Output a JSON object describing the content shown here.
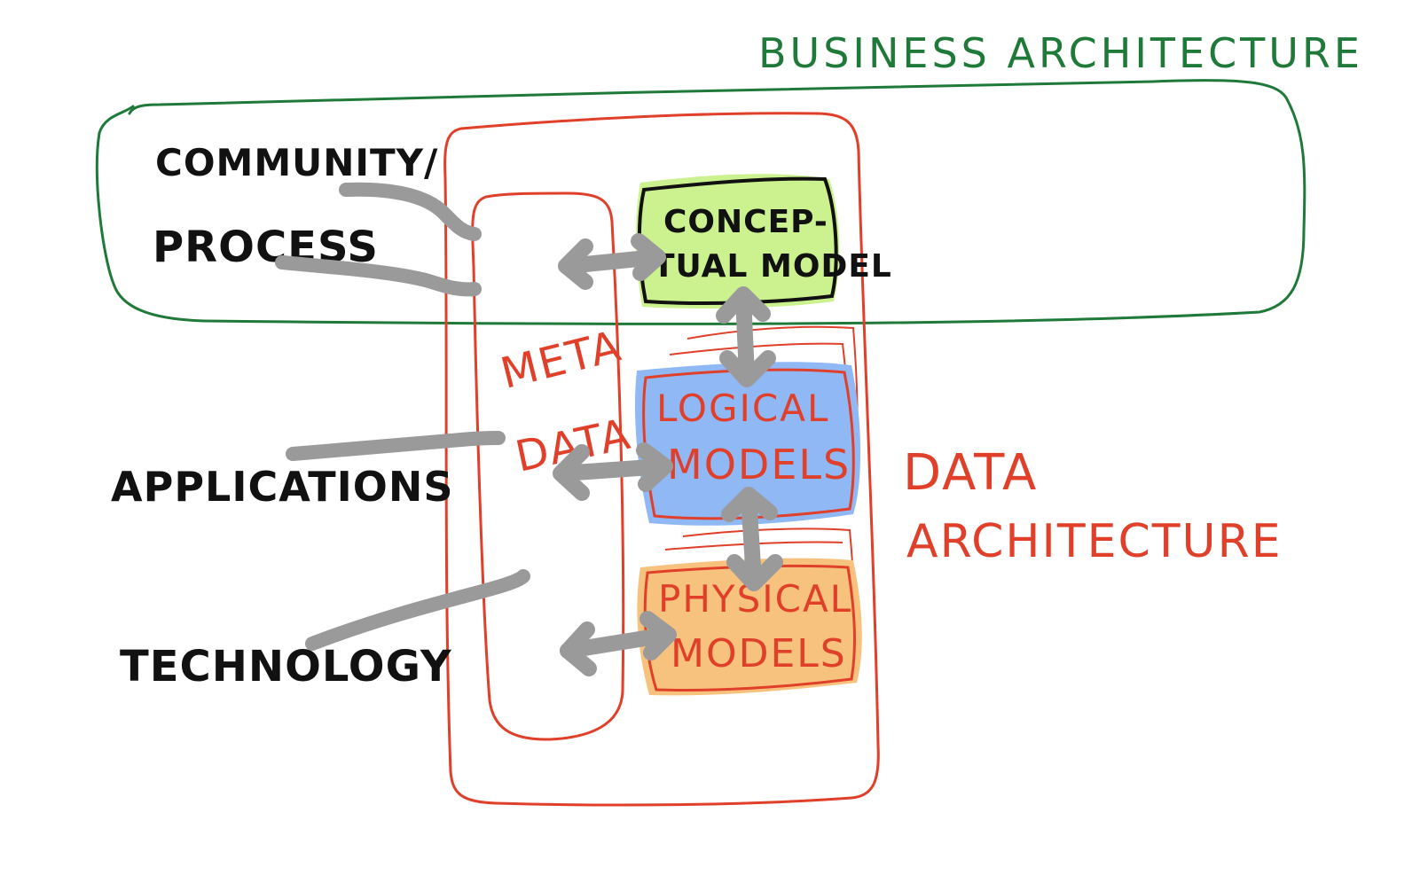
{
  "diagram": {
    "business_architecture_label": "BUSINESS ARCHITECTURE",
    "data_architecture_label_line1": "DATA",
    "data_architecture_label_line2": "ARCHITECTURE",
    "metadata_label_line1": "META",
    "metadata_label_line2": "DATA",
    "left_labels": {
      "community_line1": "COMMUNITY/",
      "community_line2": "PROCESS",
      "applications": "APPLICATIONS",
      "technology": "TECHNOLOGY"
    },
    "models": {
      "conceptual_line1": "CONCEP-",
      "conceptual_line2": "TUAL MODEL",
      "logical_line1": "LOGICAL",
      "logical_line2": "MODELS",
      "physical_line1": "PHYSICAL",
      "physical_line2": "MODELS"
    }
  },
  "colors": {
    "business_green": "#1f7a3a",
    "data_red": "#e0402a",
    "conceptual_fill": "#ccf28f",
    "logical_fill": "#8fb8f5",
    "physical_fill": "#f7c27e",
    "arrow_gray": "#9a9a9a",
    "ink_black": "#111111"
  }
}
